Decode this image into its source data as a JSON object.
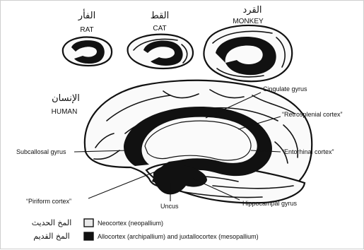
{
  "species": {
    "rat": {
      "arabic": "الفأر",
      "label": "RAT"
    },
    "cat": {
      "arabic": "القط",
      "label": "CAT"
    },
    "monkey": {
      "arabic": "القرد",
      "label": "MONKEY"
    },
    "human": {
      "arabic": "الإنسان",
      "label": "HUMAN"
    }
  },
  "labels": {
    "cingulate": "Cingulate gyrus",
    "retrosplenial": "“Retrosplenial cortex”",
    "subcallosal": "Subcallosal gyrus",
    "entorhinal": "“Entorhinal cortex”",
    "piriform": "“Piriform cortex”",
    "uncus": "Uncus",
    "hippocampal": "Hippocampal gyrus"
  },
  "legend": {
    "neo": {
      "arabic": "المخ الحديث",
      "label": "Neocortex (neopallium)",
      "swatch": "#e9e9e9"
    },
    "allo": {
      "arabic": "المخ القديم",
      "label": "Allocortex (archipallium) and juxtallocortex (mesopallium)",
      "swatch": "#111111"
    }
  }
}
